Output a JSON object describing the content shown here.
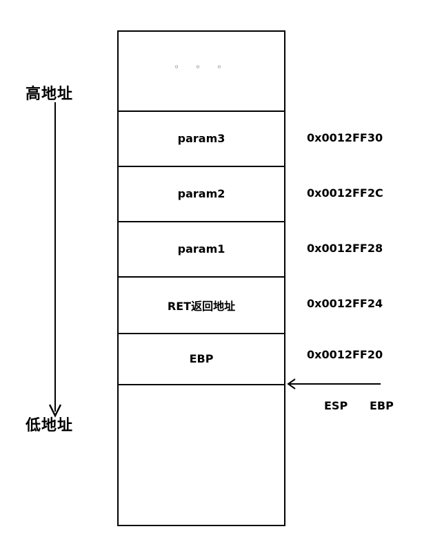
{
  "labels": {
    "high_address": "高地址",
    "low_address": "低地址"
  },
  "stack": {
    "ellipsis": "◦ ◦ ◦",
    "cells": [
      "param3",
      "param2",
      "param1",
      "RET返回地址",
      "EBP"
    ]
  },
  "addresses": [
    "0x0012FF30",
    "0x0012FF2C",
    "0x0012FF28",
    "0x0012FF24",
    "0x0012FF20"
  ],
  "pointer": {
    "reg1": "ESP",
    "reg2": "EBP"
  }
}
